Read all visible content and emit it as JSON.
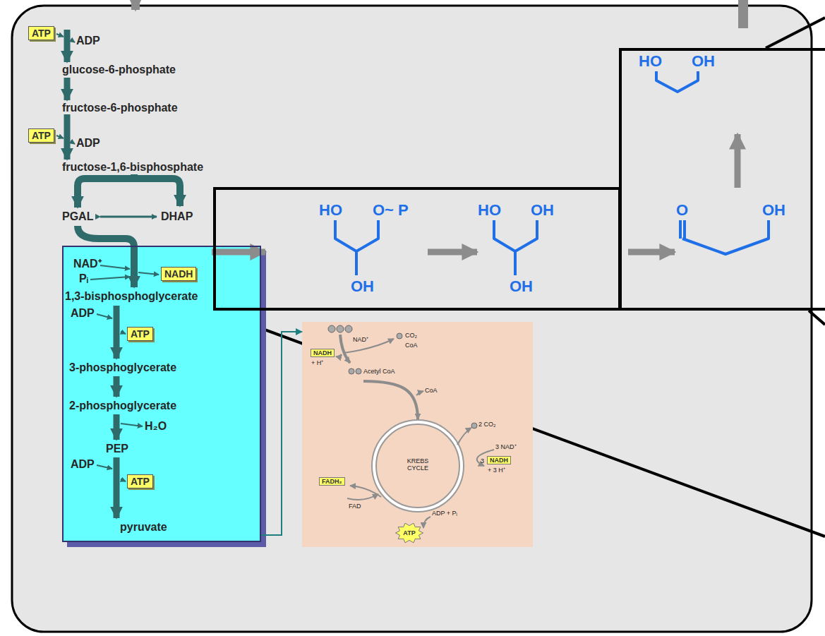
{
  "diagram": {
    "nodes": [
      {
        "text": [
          "ATP"
        ]
      },
      {
        "text": [
          "ATP"
        ]
      },
      {
        "text": [
          "NAD⁺",
          "Pᵢ",
          "1,3-bisphosphoglycerate",
          "ADP",
          "3-phosphoglycerate",
          "2-phosphoglycerate",
          "H₂O",
          "PEP",
          "ADP",
          "pyruvate"
        ]
      },
      {
        "text": [
          "NADH"
        ],
        "in": 2
      },
      {
        "text": [
          "ATP"
        ],
        "in": 2
      },
      {
        "text": [
          "ATP"
        ],
        "in": 2
      },
      {
        "text": [
          "HO",
          "O~ P",
          "OH",
          "HO",
          "OH",
          "OH"
        ]
      },
      {
        "text": [
          "HO",
          "OH",
          "O",
          "OH"
        ]
      },
      {
        "text": [
          "NAD⁺",
          "CO₂",
          "CoA",
          "Acetyl CoA",
          "CoA",
          "KREBS CYCLE",
          "2 CO₂",
          "3 NAD⁺",
          "3",
          "FAD",
          "ADP + Pᵢ"
        ]
      },
      {
        "text": [
          "NADH",
          "+ H⁺"
        ],
        "in": 8
      },
      {
        "text": [
          "NADH",
          "+ 3 H⁺"
        ],
        "in": 8
      },
      {
        "text": [
          "FADH₂"
        ],
        "in": 8
      },
      {
        "text": [
          "ATP"
        ],
        "in": 8
      }
    ],
    "edges": [
      {
        "from": 2,
        "to": 8,
        "arrow": "to"
      }
    ],
    "labels": [
      "ADP",
      "glucose-6-phosphate",
      "fructose-6-phosphate",
      "ADP",
      "fructose-1,6-bisphosphate",
      "PGAL",
      "DHAP"
    ]
  }
}
